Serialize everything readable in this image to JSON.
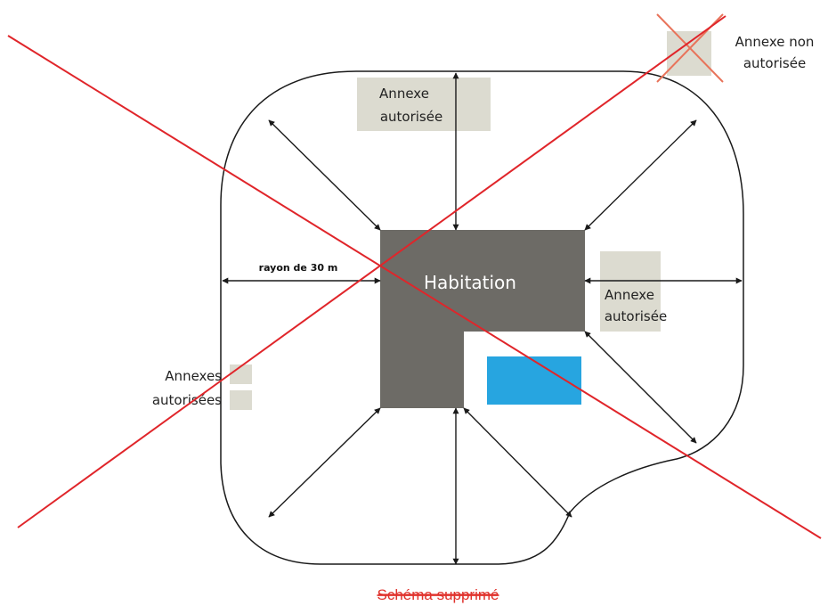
{
  "labels": {
    "habitation": "Habitation",
    "annex_top_line1": "Annexe",
    "annex_top_line2": "autorisée",
    "annex_right_line1": "Annexe",
    "annex_right_line2": "autorisée",
    "annexes_left_line1": "Annexes",
    "annexes_left_line2": "autorisées",
    "radius": "rayon de 30 m",
    "legend_line1": "Annexe non",
    "legend_line2": "autorisée",
    "caption": "Schéma supprimé"
  },
  "colors": {
    "house": "#6d6b66",
    "annex": "#dcdbd0",
    "pool": "#27a5e0",
    "strike": "#e0252a",
    "legend_cross": "#e8735a",
    "outline": "#1a1a1a",
    "arrow": "#1a1a1a"
  }
}
